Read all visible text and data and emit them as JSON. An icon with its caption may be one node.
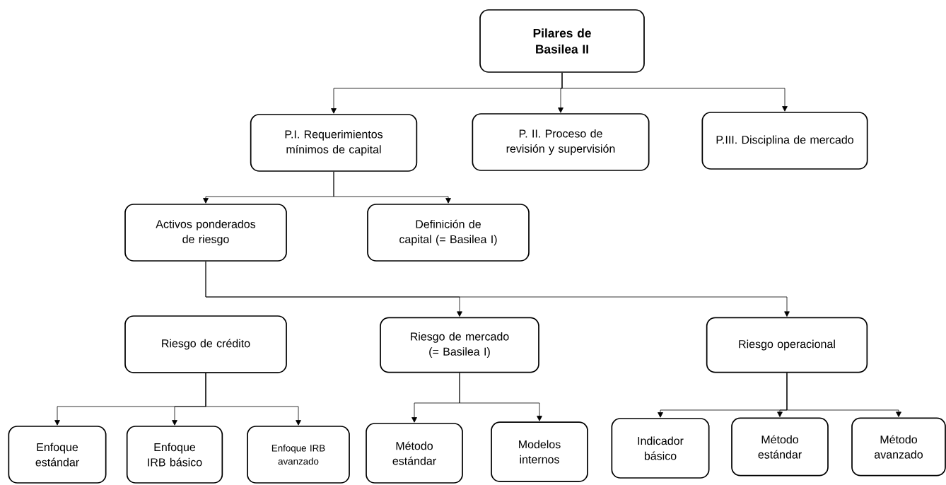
{
  "diagram": {
    "nodes": [
      {
        "text": [
          "Pilares de Basilea II"
        ]
      },
      {
        "text": [
          "P.I. Requerimientos mínimos de capital"
        ]
      },
      {
        "text": [
          "P. II. Proceso de revisión y supervisión"
        ]
      },
      {
        "text": [
          "P.III. Disciplina de mercado"
        ]
      },
      {
        "text": [
          "Activos ponderados de riesgo"
        ]
      },
      {
        "text": [
          "Definición de capital (= Basilea I)"
        ]
      },
      {
        "text": [
          "Riesgo de crédito"
        ]
      },
      {
        "text": [
          "Riesgo de mercado (= Basilea I)"
        ]
      },
      {
        "text": [
          "Riesgo operacional"
        ]
      },
      {
        "text": [
          "Enfoque estándar"
        ]
      },
      {
        "text": [
          "Enfoque IRB básico"
        ]
      },
      {
        "text": [
          "Enfoque IRB avanzado"
        ]
      },
      {
        "text": [
          "Método estándar"
        ]
      },
      {
        "text": [
          "Modelos internos"
        ]
      },
      {
        "text": [
          "Indicador básico"
        ]
      },
      {
        "text": [
          "Método estándar"
        ]
      },
      {
        "text": [
          "Método avanzado"
        ]
      }
    ],
    "edges": [
      {
        "from": 0,
        "to": 1,
        "arrow": "to"
      },
      {
        "from": 0,
        "to": 2,
        "arrow": "to"
      },
      {
        "from": 0,
        "to": 3,
        "arrow": "to"
      },
      {
        "from": 1,
        "to": 4,
        "arrow": "to"
      },
      {
        "from": 1,
        "to": 5,
        "arrow": "to"
      },
      {
        "from": 4,
        "to": 7,
        "arrow": "to"
      },
      {
        "from": 4,
        "to": 8,
        "arrow": "to"
      },
      {
        "from": 6,
        "to": 9,
        "arrow": "to"
      },
      {
        "from": 6,
        "to": 10,
        "arrow": "to"
      },
      {
        "from": 6,
        "to": 11,
        "arrow": "to"
      },
      {
        "from": 7,
        "to": 12,
        "arrow": "to"
      },
      {
        "from": 7,
        "to": 13,
        "arrow": "to"
      },
      {
        "from": 8,
        "to": 14,
        "arrow": "to"
      },
      {
        "from": 8,
        "to": 15,
        "arrow": "to"
      },
      {
        "from": 8,
        "to": 16,
        "arrow": "to"
      }
    ]
  }
}
